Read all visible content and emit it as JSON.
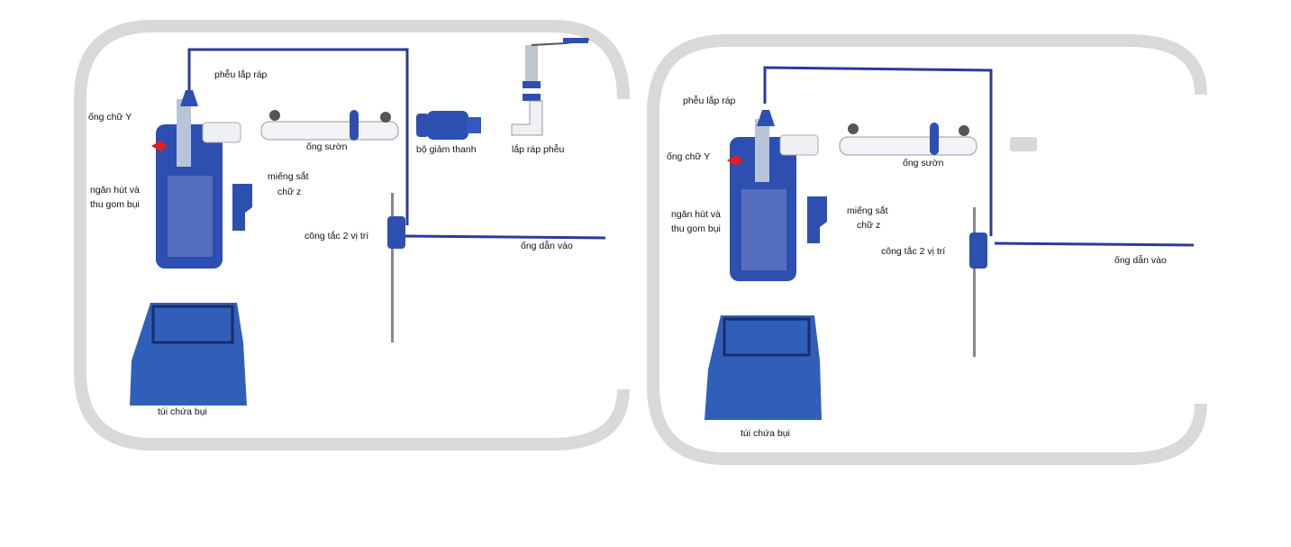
{
  "panels": [
    {
      "labels": {
        "funnel_assembly": "phễu lắp ráp",
        "y_pipe": "ống chữ Y",
        "chamber_1": "ngăn hút và",
        "chamber_2": "thu gom bụi",
        "rib_pipe": "ống sườn",
        "silencer": "bộ giảm thanh",
        "funnel_fitting": "lắp ráp phễu",
        "z_plate_1": "miếng sắt",
        "z_plate_2": "chữ z",
        "switch": "công tắc 2 vị trí",
        "inlet_pipe": "ống dẫn vào",
        "dust_bag": "túi chứa bụi"
      }
    },
    {
      "labels": {
        "funnel_assembly": "phễu lắp ráp",
        "y_pipe": "ống chữ Y",
        "chamber_1": "ngăn hút và",
        "chamber_2": "thu gom bụi",
        "rib_pipe": "ống sườn",
        "z_plate_1": "miếng sắt",
        "z_plate_2": "chữ z",
        "switch": "công tắc 2 vị trí",
        "inlet_pipe": "ống dẫn vào",
        "dust_bag": "túi chứa bụi"
      }
    }
  ],
  "colors": {
    "frame": "#d9d9d9",
    "line": "#2b3a9a",
    "part": "#2d4fb0",
    "marker": "#e0201e"
  }
}
